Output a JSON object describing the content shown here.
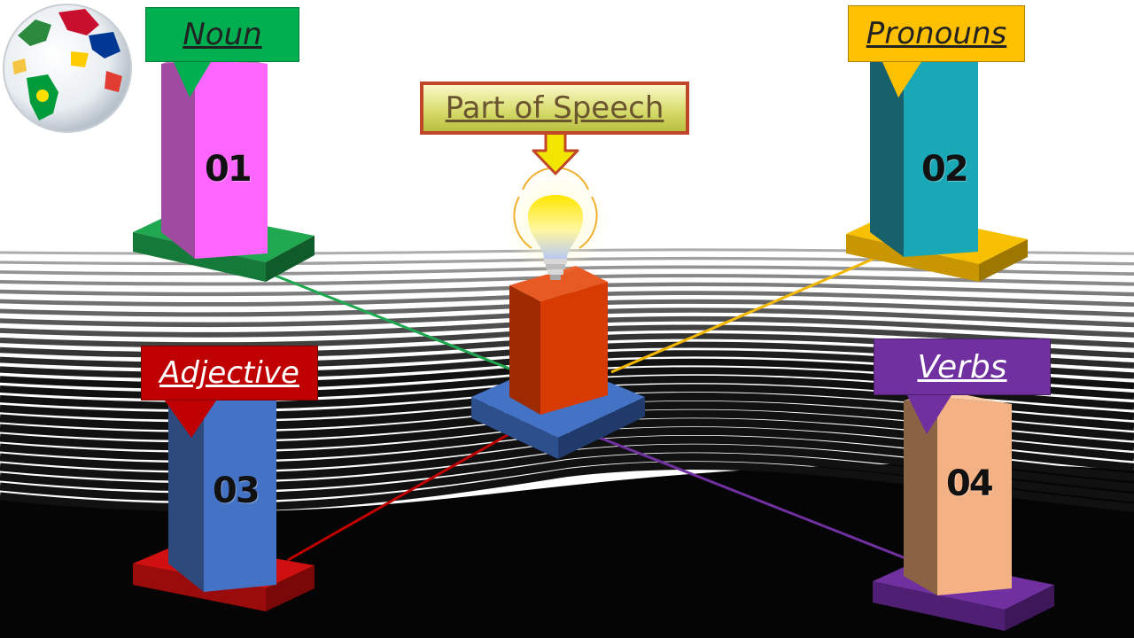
{
  "title": "Part of Speech",
  "parts": [
    {
      "number": "01",
      "label": "Noun",
      "color": "#ff66ff",
      "base_color": "#1fa84f",
      "tag_color": "#00b050",
      "text_color": "#222222"
    },
    {
      "number": "02",
      "label": "Pronouns",
      "color": "#1aa7b6",
      "base_color": "#f7c002",
      "tag_color": "#ffc000",
      "text_color": "#222222"
    },
    {
      "number": "03",
      "label": "Adjective",
      "color": "#4472c4",
      "base_color": "#d01010",
      "tag_color": "#c00000",
      "text_color": "#ffffff"
    },
    {
      "number": "04",
      "label": "Verbs",
      "color": "#f4b183",
      "base_color": "#7030a0",
      "tag_color": "#7030a0",
      "text_color": "#ffffff"
    }
  ],
  "center": {
    "pillar_color": "#d83b01",
    "base_color": "#4472c4"
  },
  "icons": [
    "globe-icon",
    "lightbulb-icon",
    "down-arrow-icon"
  ]
}
